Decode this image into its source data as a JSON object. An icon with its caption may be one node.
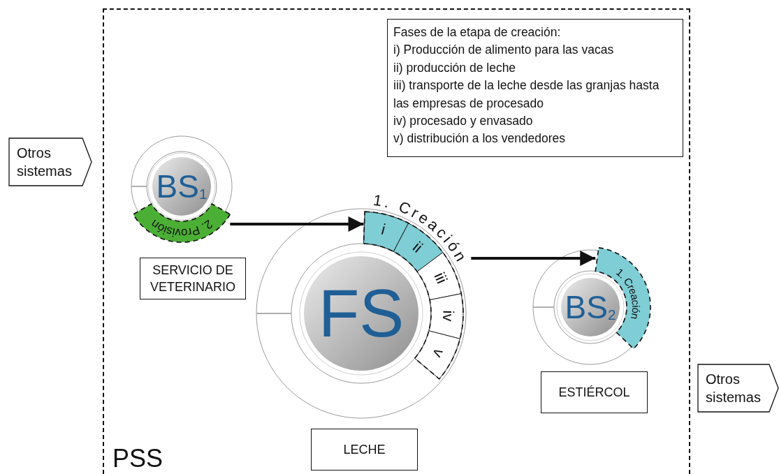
{
  "diagram": {
    "nodes": [
      {
        "text": [
          "PSS"
        ]
      },
      {
        "text": [
          "Otros sistemas"
        ]
      },
      {
        "text": [
          "Otros sistemas"
        ]
      },
      {
        "text": [
          "Fases de la etapa de creación:",
          "i) Producción de alimento para las vacas",
          "ii) producción de leche",
          "iii) transporte de la leche desde las granjas hasta las empresas de procesado",
          "iv) procesado y envasado",
          "v) distribución a los vendedores"
        ],
        "in": 0
      },
      {
        "text": [
          "BS$_{1}$"
        ],
        "in": 0
      },
      {
        "text": [
          "2. Provisión"
        ],
        "in": 4
      },
      {
        "text": [
          "SERVICIO DE VETERINARIO"
        ],
        "in": 0
      },
      {
        "text": [
          "FS"
        ],
        "in": 0
      },
      {
        "text": [
          "1. Creación"
        ],
        "in": 7
      },
      {
        "text": [
          "i"
        ],
        "in": 8
      },
      {
        "text": [
          "ii"
        ],
        "in": 8
      },
      {
        "text": [
          "iii"
        ],
        "in": 8
      },
      {
        "text": [
          "iv"
        ],
        "in": 8
      },
      {
        "text": [
          "v"
        ],
        "in": 8
      },
      {
        "text": [
          "LECHE"
        ],
        "in": 0
      },
      {
        "text": [
          "BS$_{2}$"
        ],
        "in": 0
      },
      {
        "text": [
          "1. Creación"
        ],
        "in": 15
      },
      {
        "text": [
          "ESTIÉRCOL"
        ],
        "in": 0
      }
    ],
    "edges": [
      {
        "from": 5,
        "to": 9,
        "arrow": "to"
      },
      {
        "from": 8,
        "to": 16,
        "arrow": "to"
      }
    ]
  }
}
